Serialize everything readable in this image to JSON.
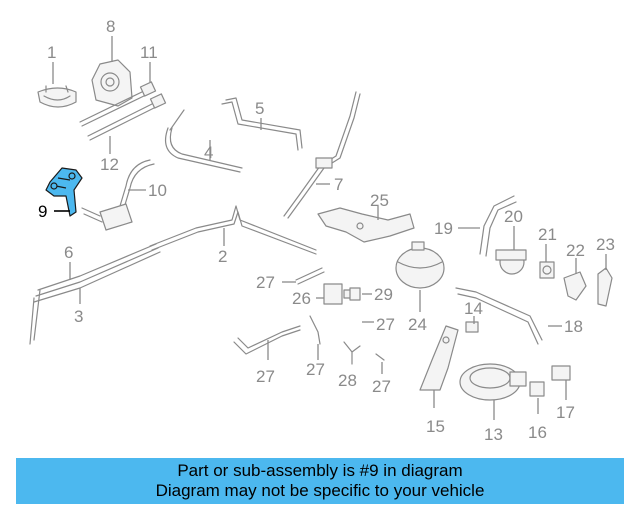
{
  "diagram": {
    "highlight_color": "#4cb8ef",
    "highlighted_part": "9",
    "callouts": [
      "1",
      "2",
      "3",
      "4",
      "5",
      "6",
      "7",
      "8",
      "9",
      "10",
      "11",
      "12",
      "13",
      "14",
      "15",
      "16",
      "17",
      "18",
      "19",
      "20",
      "21",
      "22",
      "23",
      "24",
      "25",
      "26",
      "27",
      "28",
      "29"
    ]
  },
  "banner": {
    "line1": "Part or sub-assembly is #9 in diagram",
    "line2": "Diagram may not be specific to your vehicle"
  }
}
